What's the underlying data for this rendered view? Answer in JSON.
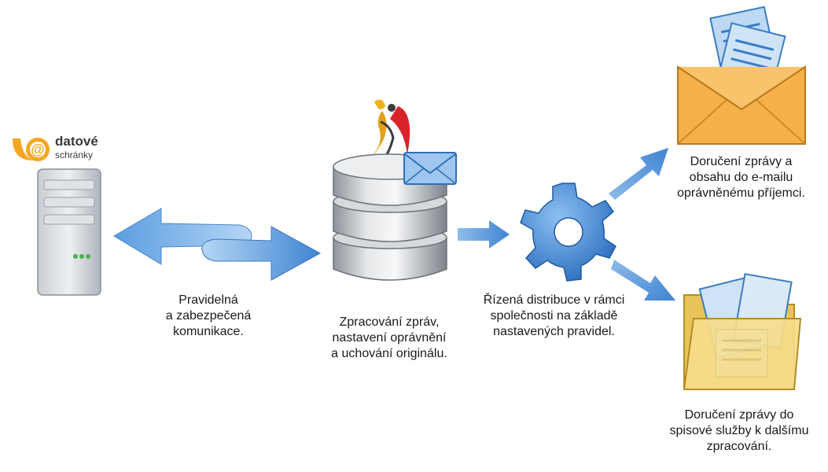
{
  "logo": {
    "line1": "datové",
    "line2": "schránky",
    "accent": "#f5a623"
  },
  "captions": {
    "communication": "Pravidelná\na zabezpečená\nkomunikace.",
    "processing": "Zpracování zpráv,\nnastavení oprávnění\na uchování originálu.",
    "distribution": "Řízená distribuce v rámci\nspolečnosti na základě\nnastavených pravidel.",
    "email_delivery": "Doručení zprávy a\nobsahu do e-mailu\noprávněnému příjemci.",
    "archive_delivery": "Doručení zprávy do\nspisové služby k dalšímu\nzpracování."
  },
  "icons": {
    "server": "server-icon",
    "database": "database-icon",
    "gear": "gear-icon",
    "envelope": "open-envelope-icon",
    "folder": "folder-icon",
    "mail": "mail-icon",
    "figure": "company-logo-figure-icon"
  },
  "colors": {
    "arrow_blue": "#4b8fd6",
    "arrow_light": "#9cc6f0",
    "gear": "#3f86d6",
    "envelope": "#f0a43a",
    "folder": "#f2d27a"
  }
}
